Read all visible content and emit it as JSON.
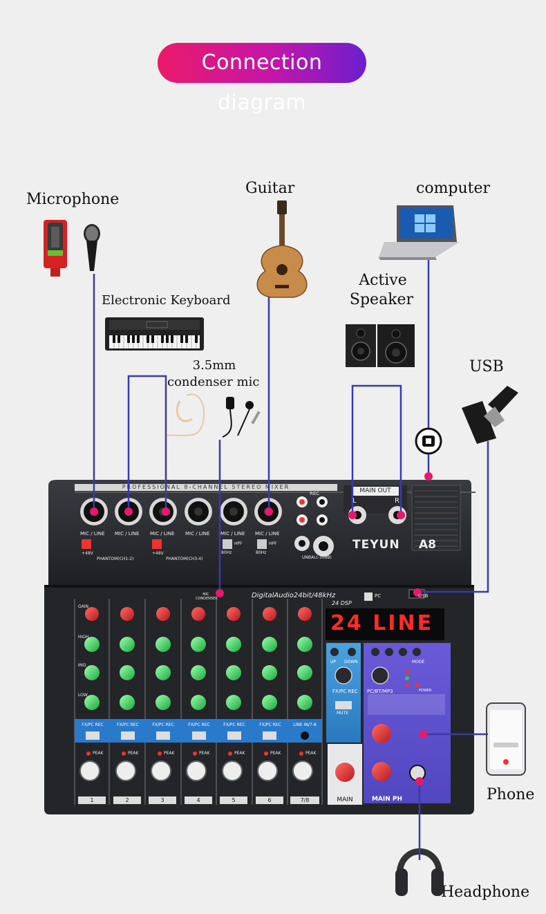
{
  "title": "Connection diagram",
  "devices": {
    "microphone": "Microphone",
    "guitar": "Guitar",
    "computer": "computer",
    "keyboard": "Electronic Keyboard",
    "active_speaker_line1": "Active",
    "active_speaker_line2": "Speaker",
    "condenser_line1": "3.5mm",
    "condenser_line2": "condenser mic",
    "usb": "USB",
    "phone": "Phone",
    "headphone": "Headphone"
  },
  "mixer": {
    "header": "PROFESSIONAL 8-CHANNEL STEREO MIXER",
    "brand": "TEYUN",
    "model": "A8",
    "main_out": "MAIN OUT",
    "out_l": "L",
    "out_r": "R",
    "digital_audio": "DigitalAudio24bit/48kHz",
    "display_text": "24 LINE",
    "dsp": "24 DSP",
    "mic_line": "MIC / LINE",
    "phantom_12": "PHANTOM(CH1-2)",
    "phantom_34": "PHANTOM(CH3-4)",
    "plus48": "+48V",
    "hpf": "HPF",
    "hz80": "80Hz",
    "mic_condenser": "MIC CONDENSER",
    "gain": "GAIN",
    "high": "HIGH",
    "mid": "MID",
    "low": "LOW",
    "fx_pc_rec": "FX/PC REC",
    "line_in": "LINE IN/7-8",
    "peak": "PEAK",
    "main": "MAIN",
    "main_ph": "MAIN PH",
    "pc_bt_mp3": "PC/BT/MP3",
    "mute": "MUTE",
    "up": "UP",
    "down": "DOWN",
    "mode": "MODE",
    "power": "POWER",
    "rec": "REC",
    "unbal": "UNBAL(-10dB)",
    "pc": "PC",
    "usb_lbl": "USB",
    "channels": [
      "1",
      "2",
      "3",
      "4",
      "5",
      "6",
      "7/8"
    ]
  },
  "colors": {
    "wire": "#3a3aa8",
    "accent_pink": "#e8186c",
    "accent_purple": "#6a1fd0"
  }
}
